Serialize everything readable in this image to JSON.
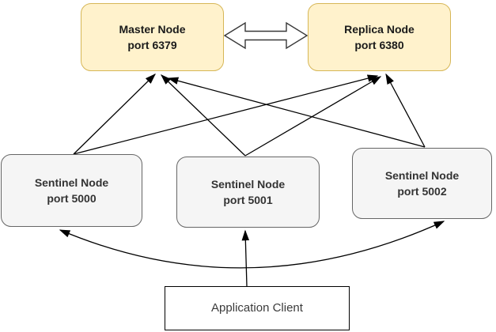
{
  "diagram": {
    "nodes": {
      "master": {
        "line1": "Master Node",
        "line2": "port 6379"
      },
      "replica": {
        "line1": "Replica Node",
        "line2": "port 6380"
      },
      "sentinel1": {
        "line1": "Sentinel Node",
        "line2": "port 5000"
      },
      "sentinel2": {
        "line1": "Sentinel Node",
        "line2": "port 5001"
      },
      "sentinel3": {
        "line1": "Sentinel Node",
        "line2": "port 5002"
      },
      "client": {
        "label": "Application Client"
      }
    },
    "edges": [
      {
        "from": "Sentinel Node port 5000",
        "to": "Master Node port 6379",
        "type": "arrow"
      },
      {
        "from": "Sentinel Node port 5000",
        "to": "Replica Node port 6380",
        "type": "arrow"
      },
      {
        "from": "Sentinel Node port 5001",
        "to": "Master Node port 6379",
        "type": "arrow"
      },
      {
        "from": "Sentinel Node port 5001",
        "to": "Replica Node port 6380",
        "type": "arrow"
      },
      {
        "from": "Sentinel Node port 5002",
        "to": "Master Node port 6379",
        "type": "arrow"
      },
      {
        "from": "Sentinel Node port 5002",
        "to": "Replica Node port 6380",
        "type": "arrow"
      },
      {
        "from": "Application Client",
        "to": "Sentinel Node port 5000",
        "type": "curved-arrow"
      },
      {
        "from": "Application Client",
        "to": "Sentinel Node port 5001",
        "type": "arrow"
      },
      {
        "from": "Application Client",
        "to": "Sentinel Node port 5002",
        "type": "curved-arrow"
      },
      {
        "from": "Master Node port 6379",
        "to": "Replica Node port 6380",
        "type": "double-open-arrow"
      }
    ],
    "colors": {
      "redis_fill": "#FFF2CC",
      "redis_stroke": "#D6B656",
      "sentinel_fill": "#F5F5F5",
      "sentinel_stroke": "#666666",
      "client_fill": "#FFFFFF",
      "client_stroke": "#000000",
      "arrow_color": "#000000",
      "double_arrow_stroke": "#383838"
    }
  }
}
